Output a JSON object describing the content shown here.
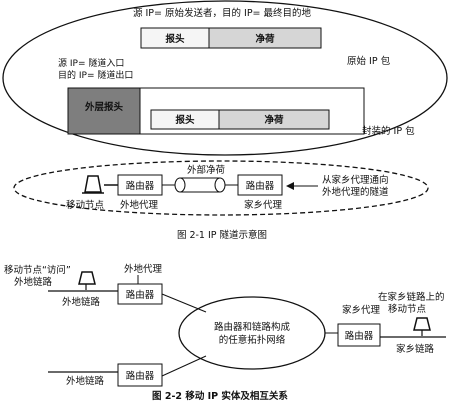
{
  "fig1": {
    "top_note": "源 IP= 原始发送者，目的 IP= 最终目的地",
    "orig_header": "报头",
    "orig_payload": "净荷",
    "orig_label": "原始 IP 包",
    "tunnel_src": "源 IP= 隧道入口",
    "tunnel_dst": "目的 IP= 隧道出口",
    "outer_header": "外层报头",
    "inner_header": "报头",
    "inner_payload": "净荷",
    "encap_label": "封装的 IP 包",
    "outer_payload": "外部净荷",
    "router_left": "路由器",
    "router_right": "路由器",
    "tunnel_note_1": "从家乡代理通向",
    "tunnel_note_2": "外地代理的隧道",
    "mobile_node": "移动节点",
    "foreign_agent": "外地代理",
    "home_agent": "家乡代理",
    "caption": "图 2-1   IP 隧道示意图"
  },
  "fig2": {
    "visit_1": "移动节点“访问”",
    "visit_2": "外地链路",
    "foreign_agent": "外地代理",
    "foreign_link_1": "外地链路",
    "router_1": "路由器",
    "network_1": "路由器和链路构成",
    "network_2": "的任意拓扑网络",
    "home_agent": "家乡代理",
    "home_router": "路由器",
    "home_mobile_1": "在家乡链路上的",
    "home_mobile_2": "移动节点",
    "home_link": "家乡链路",
    "foreign_link_2": "外地链路",
    "router_2": "路由器",
    "caption": "图 2-2    移动 IP 实体及相互关系"
  }
}
